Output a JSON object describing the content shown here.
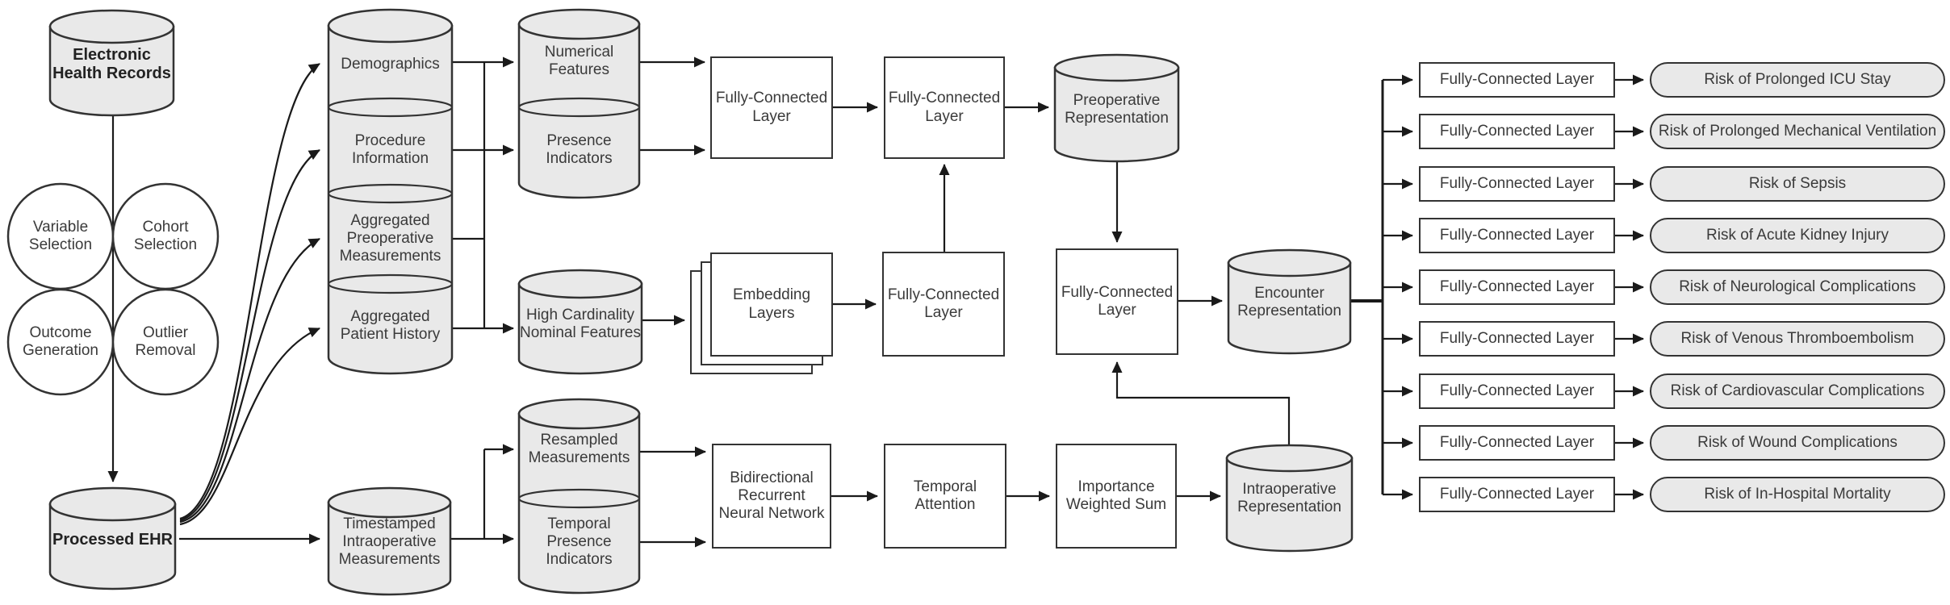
{
  "nodes": {
    "ehr": "Electronic Health Records",
    "variable_selection": "Variable Selection",
    "cohort_selection": "Cohort Selection",
    "outcome_generation": "Outcome Generation",
    "outlier_removal": "Outlier Removal",
    "processed_ehr": "Processed EHR",
    "demographics": "Demographics",
    "procedure_information": "Procedure Information",
    "aggregated_preoperative_measurements": "Aggregated Preoperative Measurements",
    "aggregated_patient_history": "Aggregated Patient History",
    "numerical_features": "Numerical Features",
    "presence_indicators": "Presence Indicators",
    "high_cardinality_nominal_features": "High Cardinality Nominal Features",
    "timestamped_intraoperative_measurements": "Timestamped Intraoperative Measurements",
    "resampled_measurements": "Resampled Measurements",
    "temporal_presence_indicators": "Temporal Presence Indicators",
    "fully_connected_layer": "Fully-Connected Layer",
    "embedding_layers": "Embedding Layers",
    "bidirectional_rnn": "Bidirectional Recurrent Neural Network",
    "temporal_attention": "Temporal Attention",
    "importance_weighted_sum": "Importance Weighted Sum",
    "preoperative_representation": "Preoperative Representation",
    "encounter_representation": "Encounter Representation",
    "intraoperative_representation": "Intraoperative Representation"
  },
  "outputs": {
    "rows": [
      {
        "fc": "Fully-Connected Layer",
        "risk": "Risk of Prolonged ICU Stay"
      },
      {
        "fc": "Fully-Connected Layer",
        "risk": "Risk of Prolonged Mechanical Ventilation"
      },
      {
        "fc": "Fully-Connected Layer",
        "risk": "Risk of Sepsis"
      },
      {
        "fc": "Fully-Connected Layer",
        "risk": "Risk of Acute Kidney Injury"
      },
      {
        "fc": "Fully-Connected Layer",
        "risk": "Risk of Neurological Complications"
      },
      {
        "fc": "Fully-Connected Layer",
        "risk": "Risk of Venous Thromboembolism"
      },
      {
        "fc": "Fully-Connected Layer",
        "risk": "Risk of Cardiovascular Complications"
      },
      {
        "fc": "Fully-Connected Layer",
        "risk": "Risk of Wound Complications"
      },
      {
        "fc": "Fully-Connected Layer",
        "risk": "Risk of In-Hospital Mortality"
      }
    ]
  },
  "colors": {
    "node_fill": "#e9e9e9",
    "node_border": "#333333",
    "line": "#1a1a1a",
    "text": "#3a3a3a",
    "box_fill": "#ffffff"
  }
}
